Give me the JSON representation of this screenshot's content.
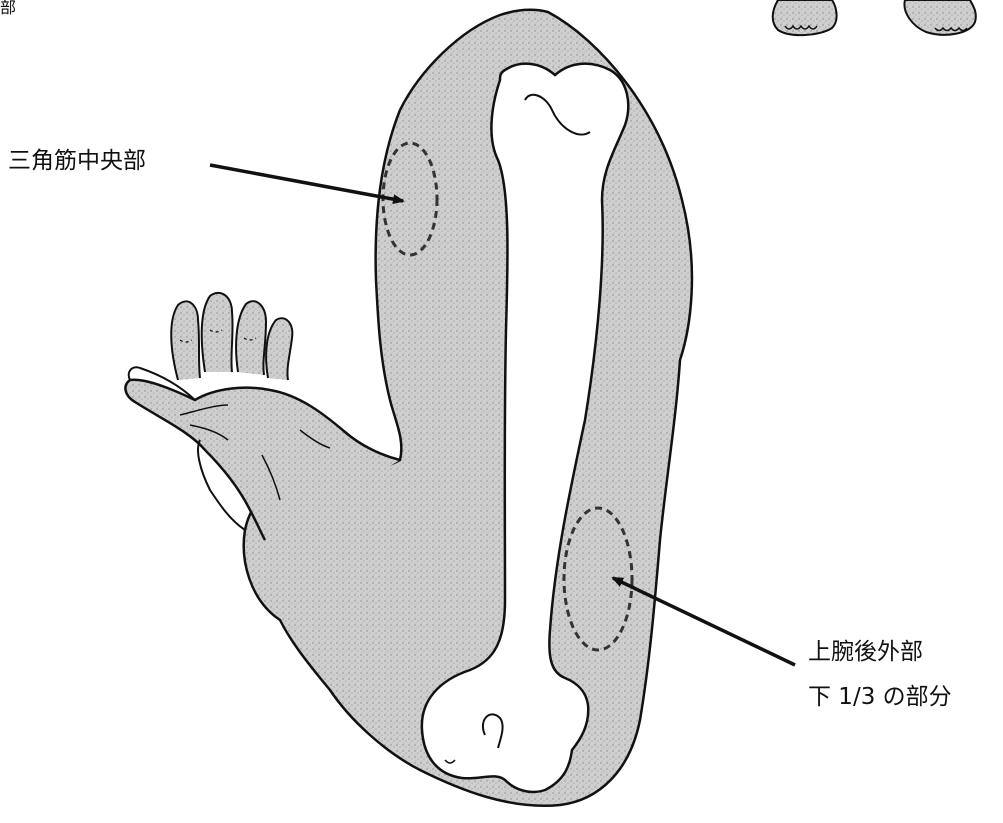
{
  "labels": {
    "partial_top": "部",
    "deltoid_center": "三角筋中央部",
    "upper_arm_line1": "上腕後外部",
    "upper_arm_line2": "下 1/3 の部分"
  },
  "colors": {
    "skin_fill": "#cfcfcf",
    "bone_fill": "#ffffff",
    "outline": "#111111",
    "injection_site_stroke": "#333333"
  },
  "icons": {
    "arrow": "arrow-icon",
    "injection_site": "dashed-ellipse"
  }
}
